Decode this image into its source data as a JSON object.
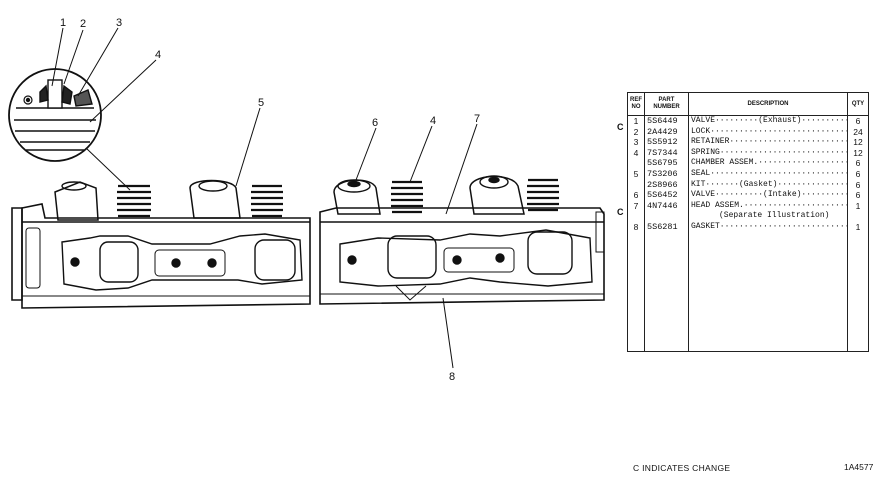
{
  "callouts": [
    "1",
    "2",
    "3",
    "4",
    "5",
    "6",
    "4",
    "7",
    "8"
  ],
  "table": {
    "headers": {
      "ref_no": "REF NO",
      "part_number": "PART NUMBER",
      "description": "DESCRIPTION",
      "qty": "QTY"
    },
    "rows": [
      {
        "ref": "1",
        "part": "5S6449",
        "desc": "VALVE·········(Exhaust)···············",
        "qty": "6",
        "change": "C"
      },
      {
        "ref": "2",
        "part": "2A4429",
        "desc": "LOCK······························",
        "qty": "24",
        "change": ""
      },
      {
        "ref": "3",
        "part": "5S5912",
        "desc": "RETAINER···························",
        "qty": "12",
        "change": ""
      },
      {
        "ref": "4",
        "part": "7S7344",
        "desc": "SPRING····························",
        "qty": "12",
        "change": ""
      },
      {
        "ref": "",
        "part": "5S6795",
        "desc": "CHAMBER ASSEM.······················",
        "qty": "6",
        "change": ""
      },
      {
        "ref": "5",
        "part": "7S3206",
        "desc": "SEAL······························",
        "qty": "6",
        "change": ""
      },
      {
        "ref": "",
        "part": "2S8966",
        "desc": "KIT·······(Gasket)··················",
        "qty": "6",
        "change": ""
      },
      {
        "ref": "6",
        "part": "5S6452",
        "desc": "VALVE··········(Intake)··············",
        "qty": "6",
        "change": "C"
      },
      {
        "ref": "7",
        "part": "4N7446",
        "desc": "HEAD ASSEM.························",
        "qty": "1",
        "change": ""
      },
      {
        "ref": "",
        "part": "",
        "desc": "(Separate Illustration)",
        "qty": "",
        "change": ""
      },
      {
        "ref": "8",
        "part": "5S6281",
        "desc": "GASKET···························",
        "qty": "1",
        "change": ""
      }
    ]
  },
  "change_note": "C INDICATES CHANGE",
  "image_number": "1A4577"
}
